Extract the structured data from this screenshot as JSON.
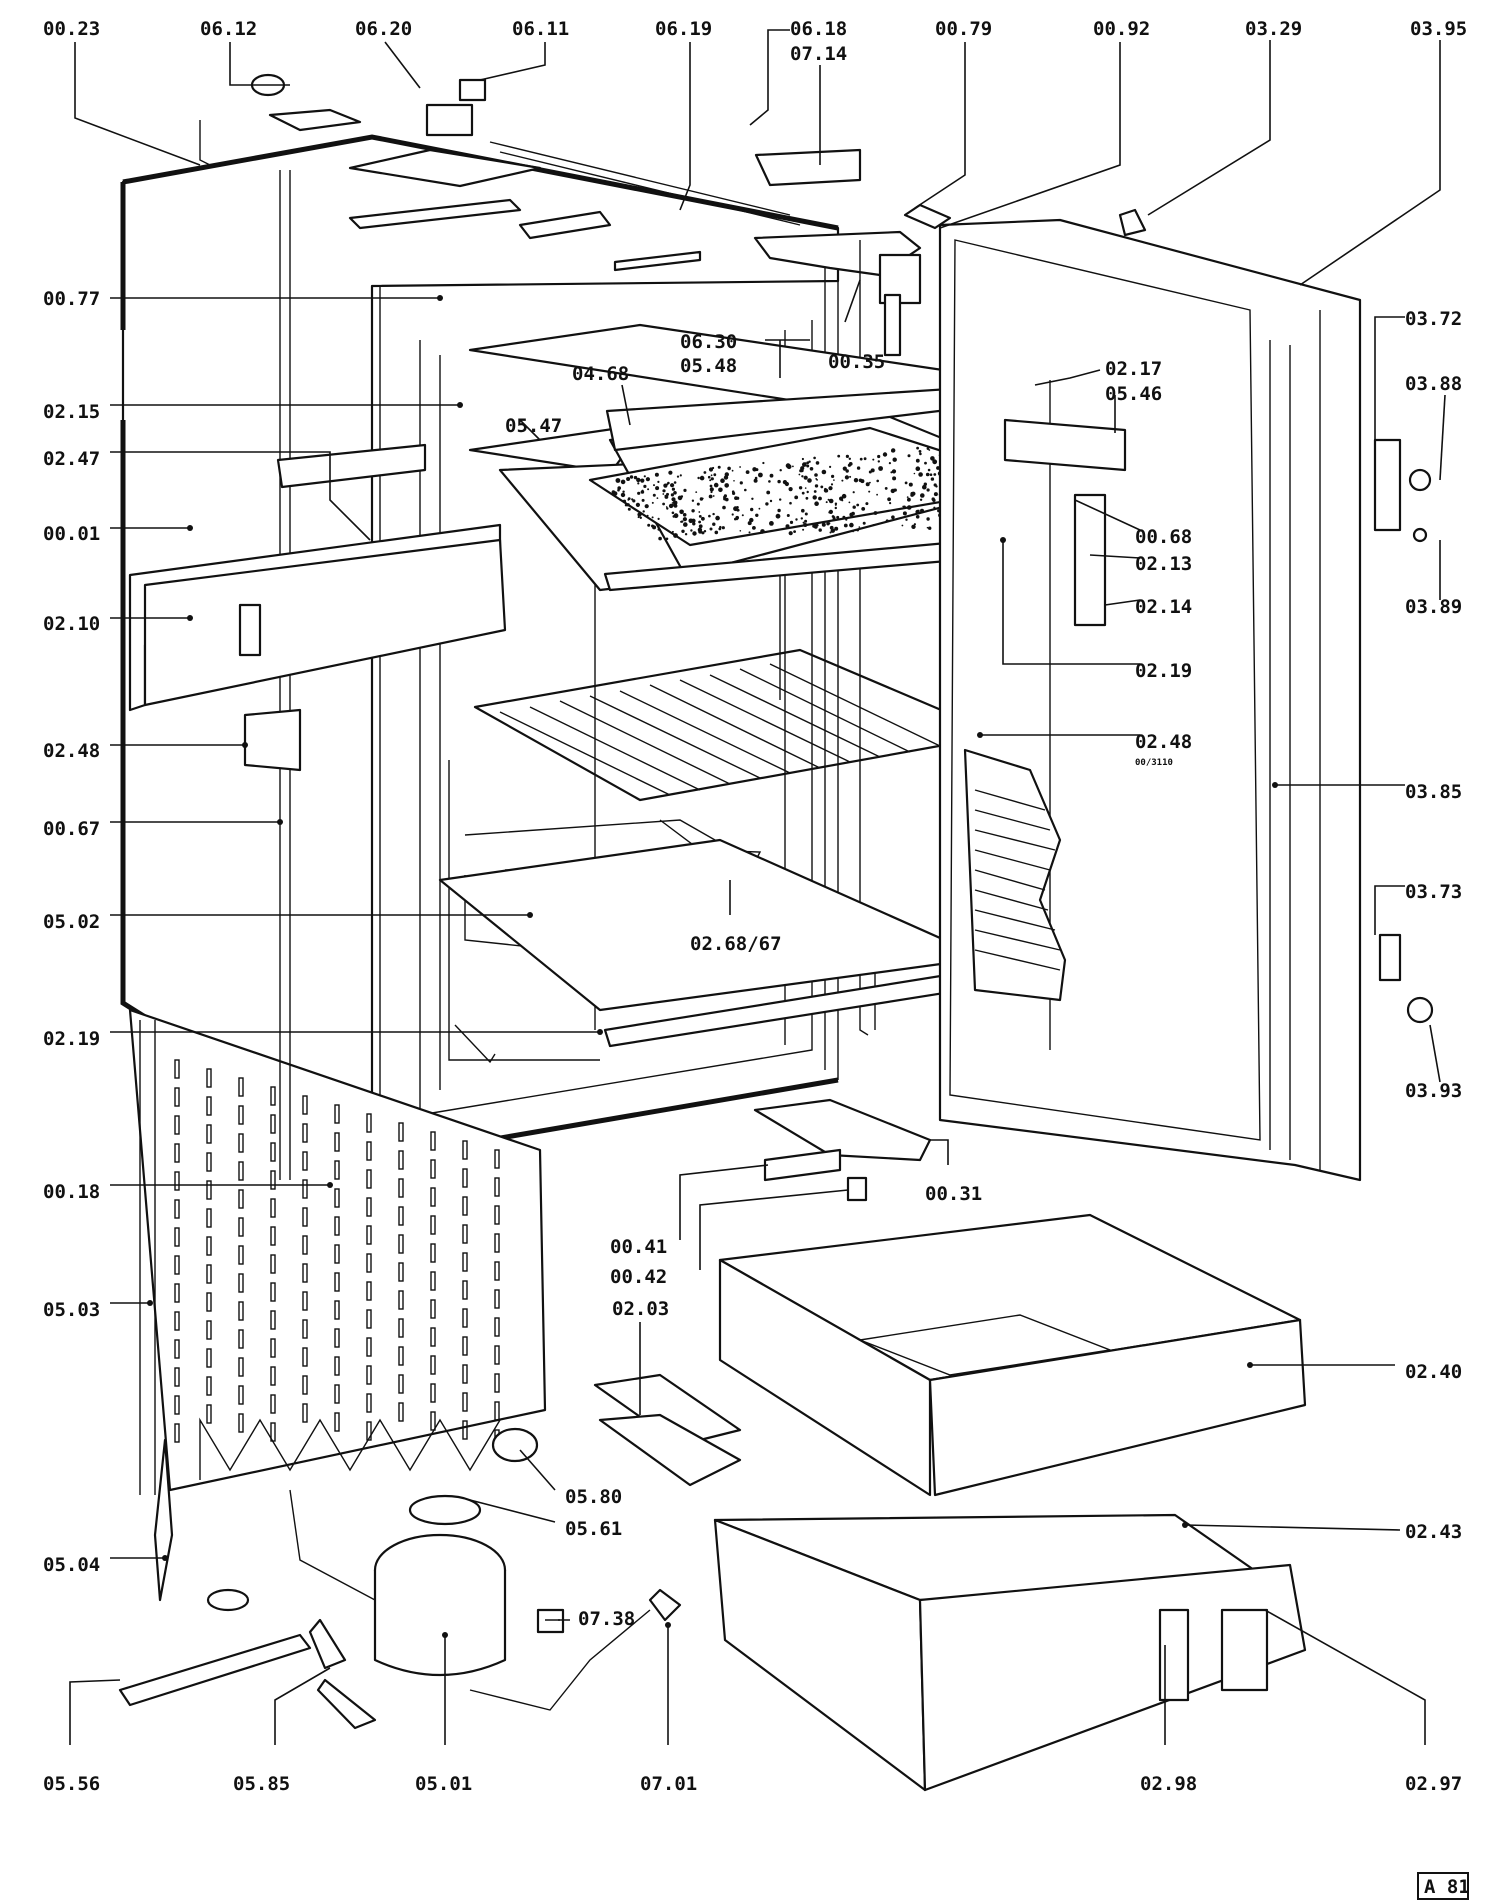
{
  "stamp": "A 81",
  "labels": {
    "l0023": "00.23",
    "l0612": "06.12",
    "l0620": "06.20",
    "l0611": "06.11",
    "l0619": "06.19",
    "l0618": "06.18",
    "l0714": "07.14",
    "l0079": "00.79",
    "l0092": "00.92",
    "l0329": "03.29",
    "l0395": "03.95",
    "l0077": "00.77",
    "l0630": "06.30",
    "l0548": "05.48",
    "l0468": "04.68",
    "l0035": "00.35",
    "l0217": "02.17",
    "l0546": "05.46",
    "l0372": "03.72",
    "l0388": "03.88",
    "l0215": "02.15",
    "l0547": "05.47",
    "l0247": "02.47",
    "l0001": "00.01",
    "l0068": "00.68",
    "l0213": "02.13",
    "l0214": "02.14",
    "l0389": "03.89",
    "l0210": "02.10",
    "l0219a": "02.19",
    "l0248a": "02.48",
    "l0248b": "02.48",
    "l0248sub": "00/3110",
    "l0385": "03.85",
    "l0067": "00.67",
    "l0502": "05.02",
    "l026867": "02.68/67",
    "l0373": "03.73",
    "l0219b": "02.19",
    "l0393": "03.93",
    "l0018": "00.18",
    "l0031": "00.31",
    "l0041": "00.41",
    "l0042": "00.42",
    "l0503": "05.03",
    "l0203": "02.03",
    "l0240": "02.40",
    "l0580": "05.80",
    "l0561": "05.61",
    "l0243": "02.43",
    "l0504": "05.04",
    "l0738": "07.38",
    "l0556": "05.56",
    "l0585": "05.85",
    "l0501": "05.01",
    "l0701": "07.01",
    "l0298": "02.98",
    "l0297": "02.97"
  }
}
